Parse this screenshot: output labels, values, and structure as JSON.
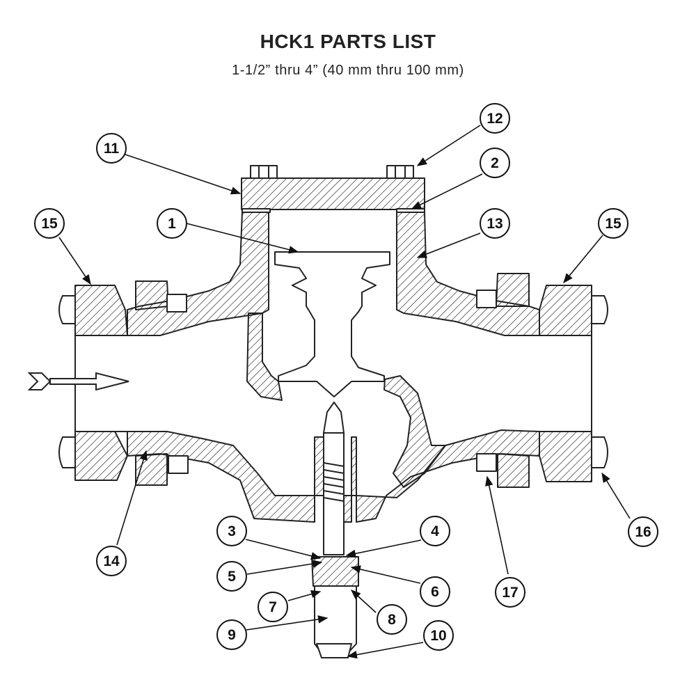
{
  "title": "HCK1 PARTS LIST",
  "subtitle": "1-1/2” thru 4” (40 mm thru 100 mm)",
  "callouts": [
    "1",
    "2",
    "3",
    "4",
    "5",
    "6",
    "7",
    "8",
    "9",
    "10",
    "11",
    "12",
    "13",
    "14",
    "15",
    "15",
    "16",
    "17"
  ],
  "colors": {
    "ink": "#222222",
    "background": "#ffffff"
  }
}
